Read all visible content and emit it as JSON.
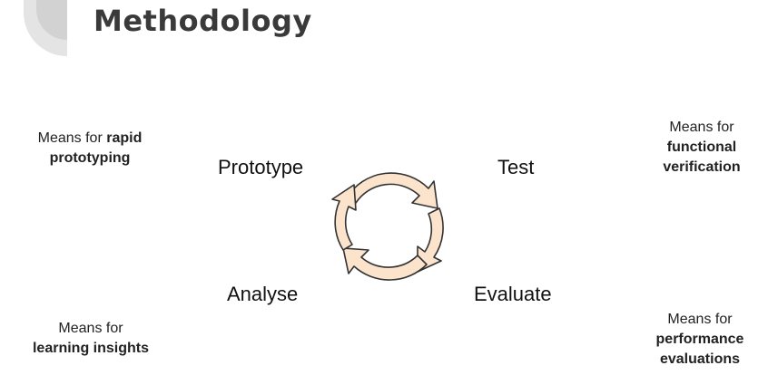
{
  "title": "Methodology",
  "colors": {
    "arrow_fill": "#fbe3cc",
    "arrow_stroke": "#333333",
    "corner_shape": "#dedede",
    "title_text": "#3a3a3a"
  },
  "stages": {
    "prototype": "Prototype",
    "test": "Test",
    "analyse": "Analyse",
    "evaluate": "Evaluate"
  },
  "notes": {
    "top_left": {
      "prefix": "Means for ",
      "bold1": "rapid",
      "bold2": "prototyping"
    },
    "top_right": {
      "line1": "Means for",
      "bold1": "functional",
      "bold2": "verification"
    },
    "bottom_left": {
      "line1": "Means for",
      "bold1": "learning insights"
    },
    "bottom_right": {
      "line1": "Means for",
      "bold1": "performance",
      "bold2": "evaluations"
    }
  },
  "cycle_icon": "circular-arrows-icon"
}
